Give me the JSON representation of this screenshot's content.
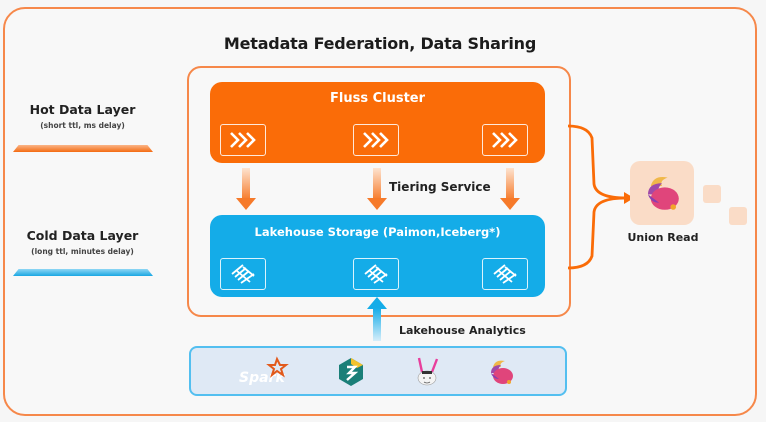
{
  "title": "Metadata Federation, Data Sharing",
  "layers": {
    "hot": {
      "label": "Hot Data Layer",
      "sub": "(short ttl,  ms delay)",
      "color": "#f46b12"
    },
    "cold": {
      "label": "Cold Data Layer",
      "sub": "(long ttl,  minutes delay)",
      "color": "#1aa7e2"
    }
  },
  "cluster": {
    "title": "Fluss Cluster",
    "color": "#fa6c08",
    "nodes": [
      {
        "icon": "triple-chevron-icon"
      },
      {
        "icon": "triple-chevron-icon"
      },
      {
        "icon": "triple-chevron-icon"
      }
    ]
  },
  "tiering": {
    "label": "Tiering Service"
  },
  "storage": {
    "title": "Lakehouse Storage (Paimon,Iceberg*)",
    "color": "#14ace8",
    "nodes": [
      {
        "icon": "data-lake-icon"
      },
      {
        "icon": "data-lake-icon"
      },
      {
        "icon": "data-lake-icon"
      }
    ]
  },
  "analytics": {
    "label": "Lakehouse Analytics",
    "engines": [
      {
        "name": "Spark",
        "icon": "spark-logo-icon"
      },
      {
        "name": "StarRocks",
        "icon": "starrocks-logo-icon"
      },
      {
        "name": "Trino",
        "icon": "trino-bunny-logo-icon"
      },
      {
        "name": "Flink",
        "icon": "flink-squirrel-logo-icon"
      }
    ]
  },
  "union": {
    "label": "Union Read",
    "icon": "flink-squirrel-logo-icon"
  }
}
